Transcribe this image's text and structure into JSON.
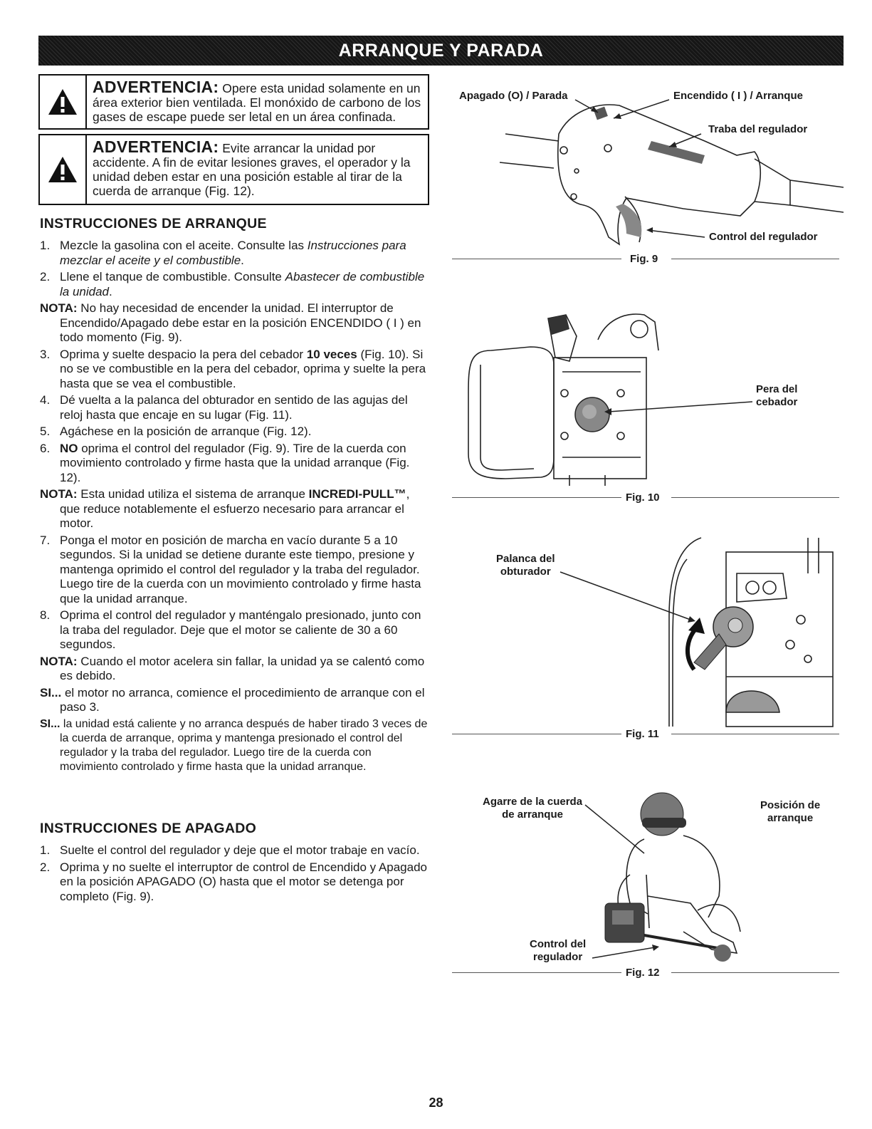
{
  "header": {
    "title": "ARRANQUE Y PARADA"
  },
  "warnings": [
    {
      "lead": "ADVERTENCIA:",
      "text": " Opere esta unidad solamente en un área exterior bien ventilada. El monóxido de carbono de los gases de escape puede ser letal en un área confinada."
    },
    {
      "lead": "ADVERTENCIA:",
      "text": " Evite arrancar la unidad por accidente. A fin de evitar lesiones graves, el operador y la unidad deben estar en una posición estable al tirar de la cuerda de arranque (Fig. 12)."
    }
  ],
  "start": {
    "heading": "INSTRUCCIONES DE ARRANQUE",
    "s1": {
      "num": "1.",
      "a": "Mezcle la gasolina con el aceite. Consulte las ",
      "b": "Instrucciones para mezclar el aceite y el combustible",
      "c": "."
    },
    "s2": {
      "num": "2.",
      "a": "Llene el tanque de combustible. Consulte ",
      "b": "Abastecer de combustible la unidad",
      "c": "."
    },
    "n1": {
      "label": "NOTA:",
      "text": " No hay necesidad de encender la unidad. El interruptor de Encendido/Apagado debe estar en la posición ENCENDIDO ( I ) en todo momento (Fig. 9)."
    },
    "s3": {
      "num": "3.",
      "a": "Oprima y suelte despacio la pera del cebador ",
      "b": "10 veces",
      "c": " (Fig. 10). Si no se ve combustible en la pera del cebador, oprima y suelte la pera hasta que se vea el combustible."
    },
    "s4": {
      "num": "4.",
      "text": "Dé vuelta a la palanca del obturador en sentido de las agujas del reloj hasta que encaje en su lugar (Fig. 11)."
    },
    "s5": {
      "num": "5.",
      "text": "Agáchese en la posición de arranque (Fig. 12)."
    },
    "s6": {
      "num": "6.",
      "b": "NO",
      "c": " oprima el control del regulador (Fig. 9). Tire de la cuerda con movimiento controlado y firme hasta que la unidad arranque (Fig. 12)."
    },
    "n2": {
      "label": "NOTA:",
      "a": " Esta unidad utiliza el sistema de arranque ",
      "b": "INCREDI-PULL™",
      "c": ", que reduce notablemente el esfuerzo necesario para arrancar el motor."
    },
    "s7": {
      "num": "7.",
      "text": "Ponga el motor en posición de marcha en vacío durante 5 a 10 segundos. Si la unidad se detiene durante este tiempo, presione y mantenga oprimido el control del regulador y la traba del regulador. Luego tire de la cuerda con un movimiento controlado y firme hasta que la unidad arranque."
    },
    "s8": {
      "num": "8.",
      "text": "Oprima el control del regulador y manténgalo presionado, junto con la traba del regulador. Deje que el motor se caliente de 30 a 60 segundos."
    },
    "n3": {
      "label": "NOTA:",
      "text": " Cuando el motor acelera sin fallar, la unidad ya se calentó como es debido."
    },
    "si1": {
      "label": "SI...",
      "text": " el motor no arranca, comience el procedimiento de arranque con el paso 3."
    },
    "si2": {
      "label": "SI...",
      "text": " la unidad está caliente y no arranca después de haber tirado 3 veces de la cuerda de arranque, oprima y mantenga presionado el control del regulador y la traba del regulador. Luego tire de la cuerda con movimiento controlado y firme hasta que la unidad arranque."
    }
  },
  "stop": {
    "heading": "INSTRUCCIONES DE APAGADO",
    "s1": {
      "num": "1.",
      "text": "Suelte el control del regulador y deje que el motor trabaje en vacío."
    },
    "s2": {
      "num": "2.",
      "text": "Oprima y no suelte el interruptor de control de Encendido y Apagado en la posición APAGADO (O) hasta que el motor se detenga por completo (Fig. 9)."
    }
  },
  "figures": {
    "fig9": {
      "caption": "Fig. 9",
      "off": "Apagado (O) / Parada",
      "on": "Encendido ( I ) / Arranque",
      "lock": "Traba del regulador",
      "control": "Control del regulador"
    },
    "fig10": {
      "caption": "Fig. 10",
      "primer1": "Pera del",
      "primer2": "cebador"
    },
    "fig11": {
      "caption": "Fig. 11",
      "choke1": "Palanca del",
      "choke2": "obturador"
    },
    "fig12": {
      "caption": "Fig. 12",
      "grip1": "Agarre de la cuerda",
      "grip2": "de arranque",
      "pos1": "Posición de",
      "pos2": "arranque",
      "ctrl1": "Control del",
      "ctrl2": "regulador"
    }
  },
  "page": {
    "number": "28"
  }
}
